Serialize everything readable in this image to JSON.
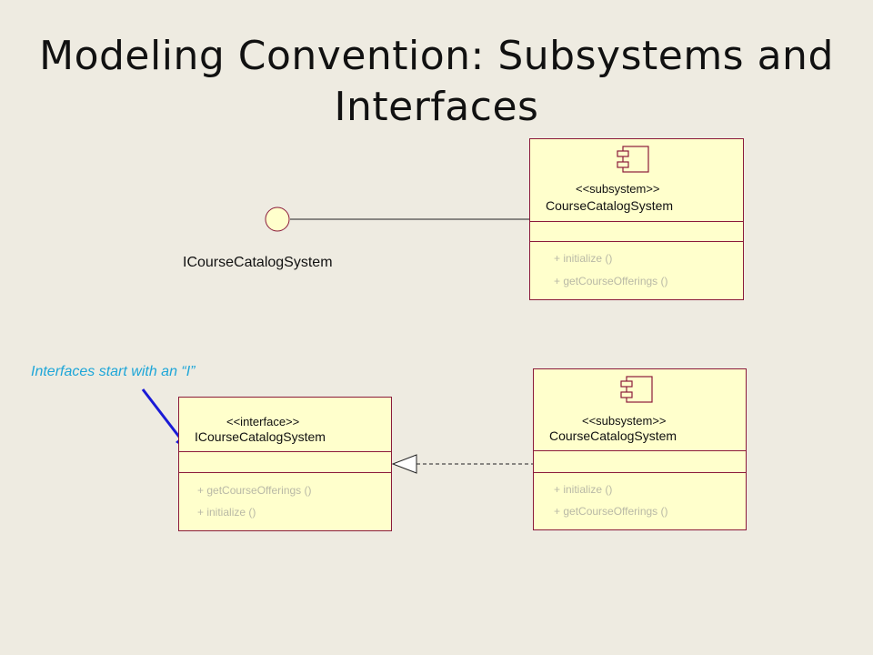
{
  "slide": {
    "title_line1": "Modeling Convention: Subsystems and",
    "title_line2": "Interfaces"
  },
  "top_diagram": {
    "interface_label": "ICourseCatalogSystem",
    "subsystem": {
      "stereotype": "<<subsystem>>",
      "name": "CourseCatalogSystem",
      "operations": [
        "+ initialize ()",
        "+ getCourseOfferings ()"
      ]
    }
  },
  "bottom_diagram": {
    "note": "Interfaces start with an “I”",
    "interface_box": {
      "stereotype": "<<interface>>",
      "name": "ICourseCatalogSystem",
      "operations": [
        "+ getCourseOfferings ()",
        "+ initialize ()"
      ]
    },
    "subsystem": {
      "stereotype": "<<subsystem>>",
      "name": "CourseCatalogSystem",
      "operations": [
        "+ initialize ()",
        "+ getCourseOfferings ()"
      ]
    }
  },
  "colors": {
    "background": "#eeebe1",
    "box_fill": "#ffffcc",
    "box_border": "#8b1a3a",
    "note_text": "#1ea6d8",
    "arrow": "#1a1ad6"
  },
  "icons": {
    "subsystem_stereotype": "component-icon",
    "interface_lollipop": "lollipop-circle-icon",
    "realization": "hollow-triangle-arrowhead"
  }
}
